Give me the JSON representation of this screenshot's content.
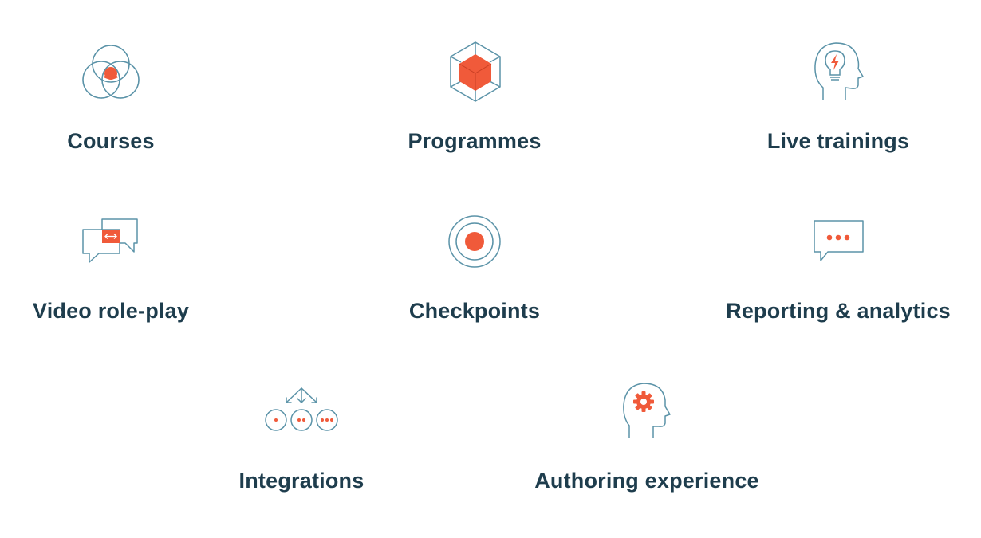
{
  "colors": {
    "outline": "#5b93a8",
    "accent": "#f05a3a",
    "text": "#1e3d4d"
  },
  "features": [
    {
      "label": "Courses",
      "icon": "venn-circles-icon"
    },
    {
      "label": "Programmes",
      "icon": "cube-icon"
    },
    {
      "label": "Live trainings",
      "icon": "head-lightbulb-icon"
    },
    {
      "label": "Video role-play",
      "icon": "chat-bubbles-icon"
    },
    {
      "label": "Checkpoints",
      "icon": "target-icon"
    },
    {
      "label": "Reporting & analytics",
      "icon": "message-dots-icon"
    },
    {
      "label": "Integrations",
      "icon": "connected-nodes-icon"
    },
    {
      "label": "Authoring experience",
      "icon": "head-gear-icon"
    }
  ]
}
